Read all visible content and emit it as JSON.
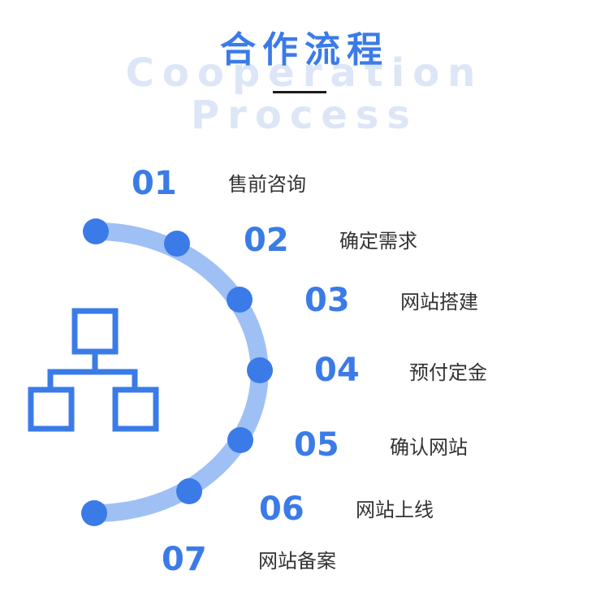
{
  "header": {
    "title": "合作流程",
    "watermark_line1": "Cooperation",
    "watermark_line2": "Process"
  },
  "steps": [
    {
      "number": "01",
      "label": "售前咨询"
    },
    {
      "number": "02",
      "label": "确定需求"
    },
    {
      "number": "03",
      "label": "网站搭建"
    },
    {
      "number": "04",
      "label": "预付定金"
    },
    {
      "number": "05",
      "label": "确认网站"
    },
    {
      "number": "06",
      "label": "网站上线"
    },
    {
      "number": "07",
      "label": "网站备案"
    }
  ],
  "icons": {
    "process_icon": "sitemap-icon"
  },
  "colors": {
    "accent": "#3b7be8",
    "arc": "#9ec0f5",
    "watermark": "#dde6f7",
    "text": "#333333"
  }
}
